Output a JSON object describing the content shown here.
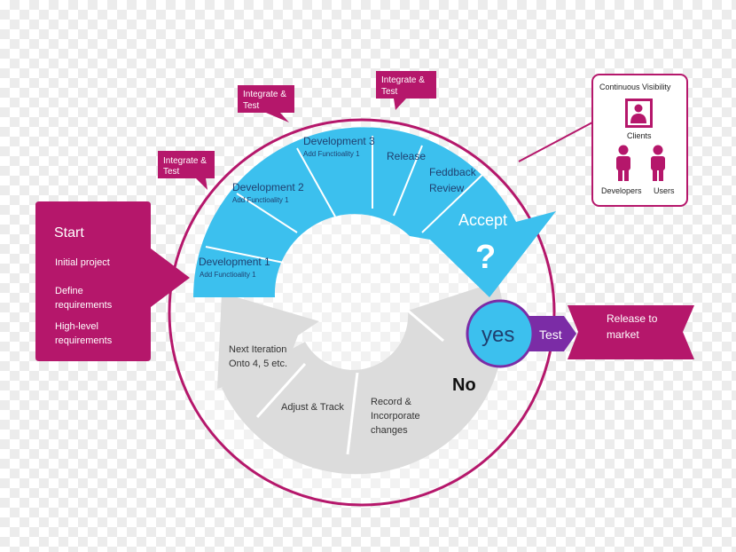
{
  "colors": {
    "magenta": "#b5176b",
    "cyan": "#3cc0ee",
    "purple": "#7b2ca6",
    "gray": "#dcdcdc",
    "ring": "#b5176b"
  },
  "start": {
    "title": "Start",
    "items": [
      "Initial project",
      "Define",
      "requirements",
      "High-level",
      "requirements"
    ]
  },
  "development_phases": [
    {
      "name": "Development 1",
      "sub": "Add Functioality 1"
    },
    {
      "name": "Development 2",
      "sub": "Add Functioality 1"
    },
    {
      "name": "Development 3",
      "sub": "Add Functioality 1"
    }
  ],
  "release_label": "Release",
  "feedback_label": [
    "Feddback",
    "Review"
  ],
  "accept": {
    "label": "Accept",
    "question": "?"
  },
  "integrate_tags": [
    {
      "line1": "Integrate &",
      "line2": "Test"
    },
    {
      "line1": "Integrate &",
      "line2": "Test"
    },
    {
      "line1": "Integrate &",
      "line2": "Test"
    }
  ],
  "yes_label": "yes",
  "test_label": "Test",
  "release_market": [
    "Release to",
    "market"
  ],
  "no_label": "No",
  "gray_segments": {
    "record": [
      "Record &",
      "Incorporate",
      "changes"
    ],
    "adjust": "Adjust & Track",
    "next": [
      "Next Iteration",
      "Onto 4, 5 etc."
    ]
  },
  "visibility": {
    "title": "Continuous Visibility",
    "clients": "Clients",
    "developers": "Developers",
    "users": "Users"
  }
}
